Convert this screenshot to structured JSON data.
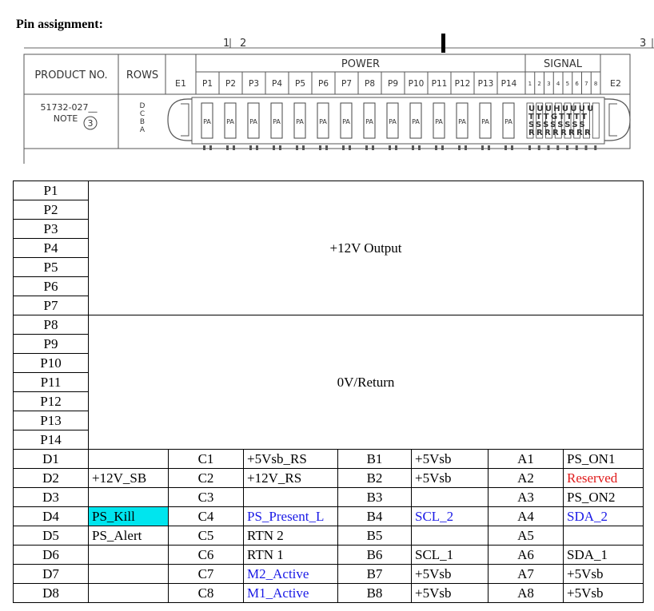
{
  "title": "Pin assignment:",
  "drawing": {
    "ruler_labels": [
      "1",
      "2",
      "3"
    ],
    "headers": {
      "product_no": "PRODUCT NO.",
      "rows": "ROWS",
      "power": "POWER",
      "signal": "SIGNAL",
      "e1": "E1",
      "e2": "E2"
    },
    "power_pins": [
      "P1",
      "P2",
      "P3",
      "P4",
      "P5",
      "P6",
      "P7",
      "P8",
      "P9",
      "P10",
      "P11",
      "P12",
      "P13",
      "P14"
    ],
    "signal_pins": [
      "1",
      "2",
      "3",
      "4",
      "5",
      "6",
      "7",
      "8"
    ],
    "product_number": "51732-027__",
    "note_label": "NOTE",
    "note_number": "3",
    "row_letters": [
      "D",
      "C",
      "B",
      "A"
    ],
    "pad_label": "PA",
    "signal_glyph_rows": [
      "UUUHUUUU",
      "TTTGTTTT",
      "SSSSSSSS",
      "RRRRRRRR"
    ]
  },
  "table": {
    "power_pins": [
      "P1",
      "P2",
      "P3",
      "P4",
      "P5",
      "P6",
      "P7",
      "P8",
      "P9",
      "P10",
      "P11",
      "P12",
      "P13",
      "P14"
    ],
    "output_label": "+12V Output",
    "return_label": "0V/Return",
    "signal_rows": [
      {
        "d": "D1",
        "dv": "",
        "c": "C1",
        "cv": "+5Vsb_RS",
        "b": "B1",
        "bv": "+5Vsb",
        "a": "A1",
        "av": "PS_ON1"
      },
      {
        "d": "D2",
        "dv": "+12V_SB",
        "c": "C2",
        "cv": "+12V_RS",
        "b": "B2",
        "bv": "+5Vsb",
        "a": "A2",
        "av": "Reserved"
      },
      {
        "d": "D3",
        "dv": "",
        "c": "C3",
        "cv": "",
        "b": "B3",
        "bv": "",
        "a": "A3",
        "av": "PS_ON2"
      },
      {
        "d": "D4",
        "dv": "PS_Kill",
        "c": "C4",
        "cv": "PS_Present_L",
        "b": "B4",
        "bv": "SCL_2",
        "a": "A4",
        "av": "SDA_2"
      },
      {
        "d": "D5",
        "dv": "PS_Alert",
        "c": "C5",
        "cv": "RTN 2",
        "b": "B5",
        "bv": "",
        "a": "A5",
        "av": ""
      },
      {
        "d": "D6",
        "dv": "",
        "c": "C6",
        "cv": "RTN 1",
        "b": "B6",
        "bv": "SCL_1",
        "a": "A6",
        "av": "SDA_1"
      },
      {
        "d": "D7",
        "dv": "",
        "c": "C7",
        "cv": "M2_Active",
        "b": "B7",
        "bv": "+5Vsb",
        "a": "A7",
        "av": "+5Vsb"
      },
      {
        "d": "D8",
        "dv": "",
        "c": "C8",
        "cv": "M1_Active",
        "b": "B8",
        "bv": "+5Vsb",
        "a": "A8",
        "av": "+5Vsb"
      }
    ],
    "colors": {
      "blue_text": "#1a1ae6",
      "red_text": "#e01a1a",
      "highlight": "#00e5ee"
    }
  }
}
